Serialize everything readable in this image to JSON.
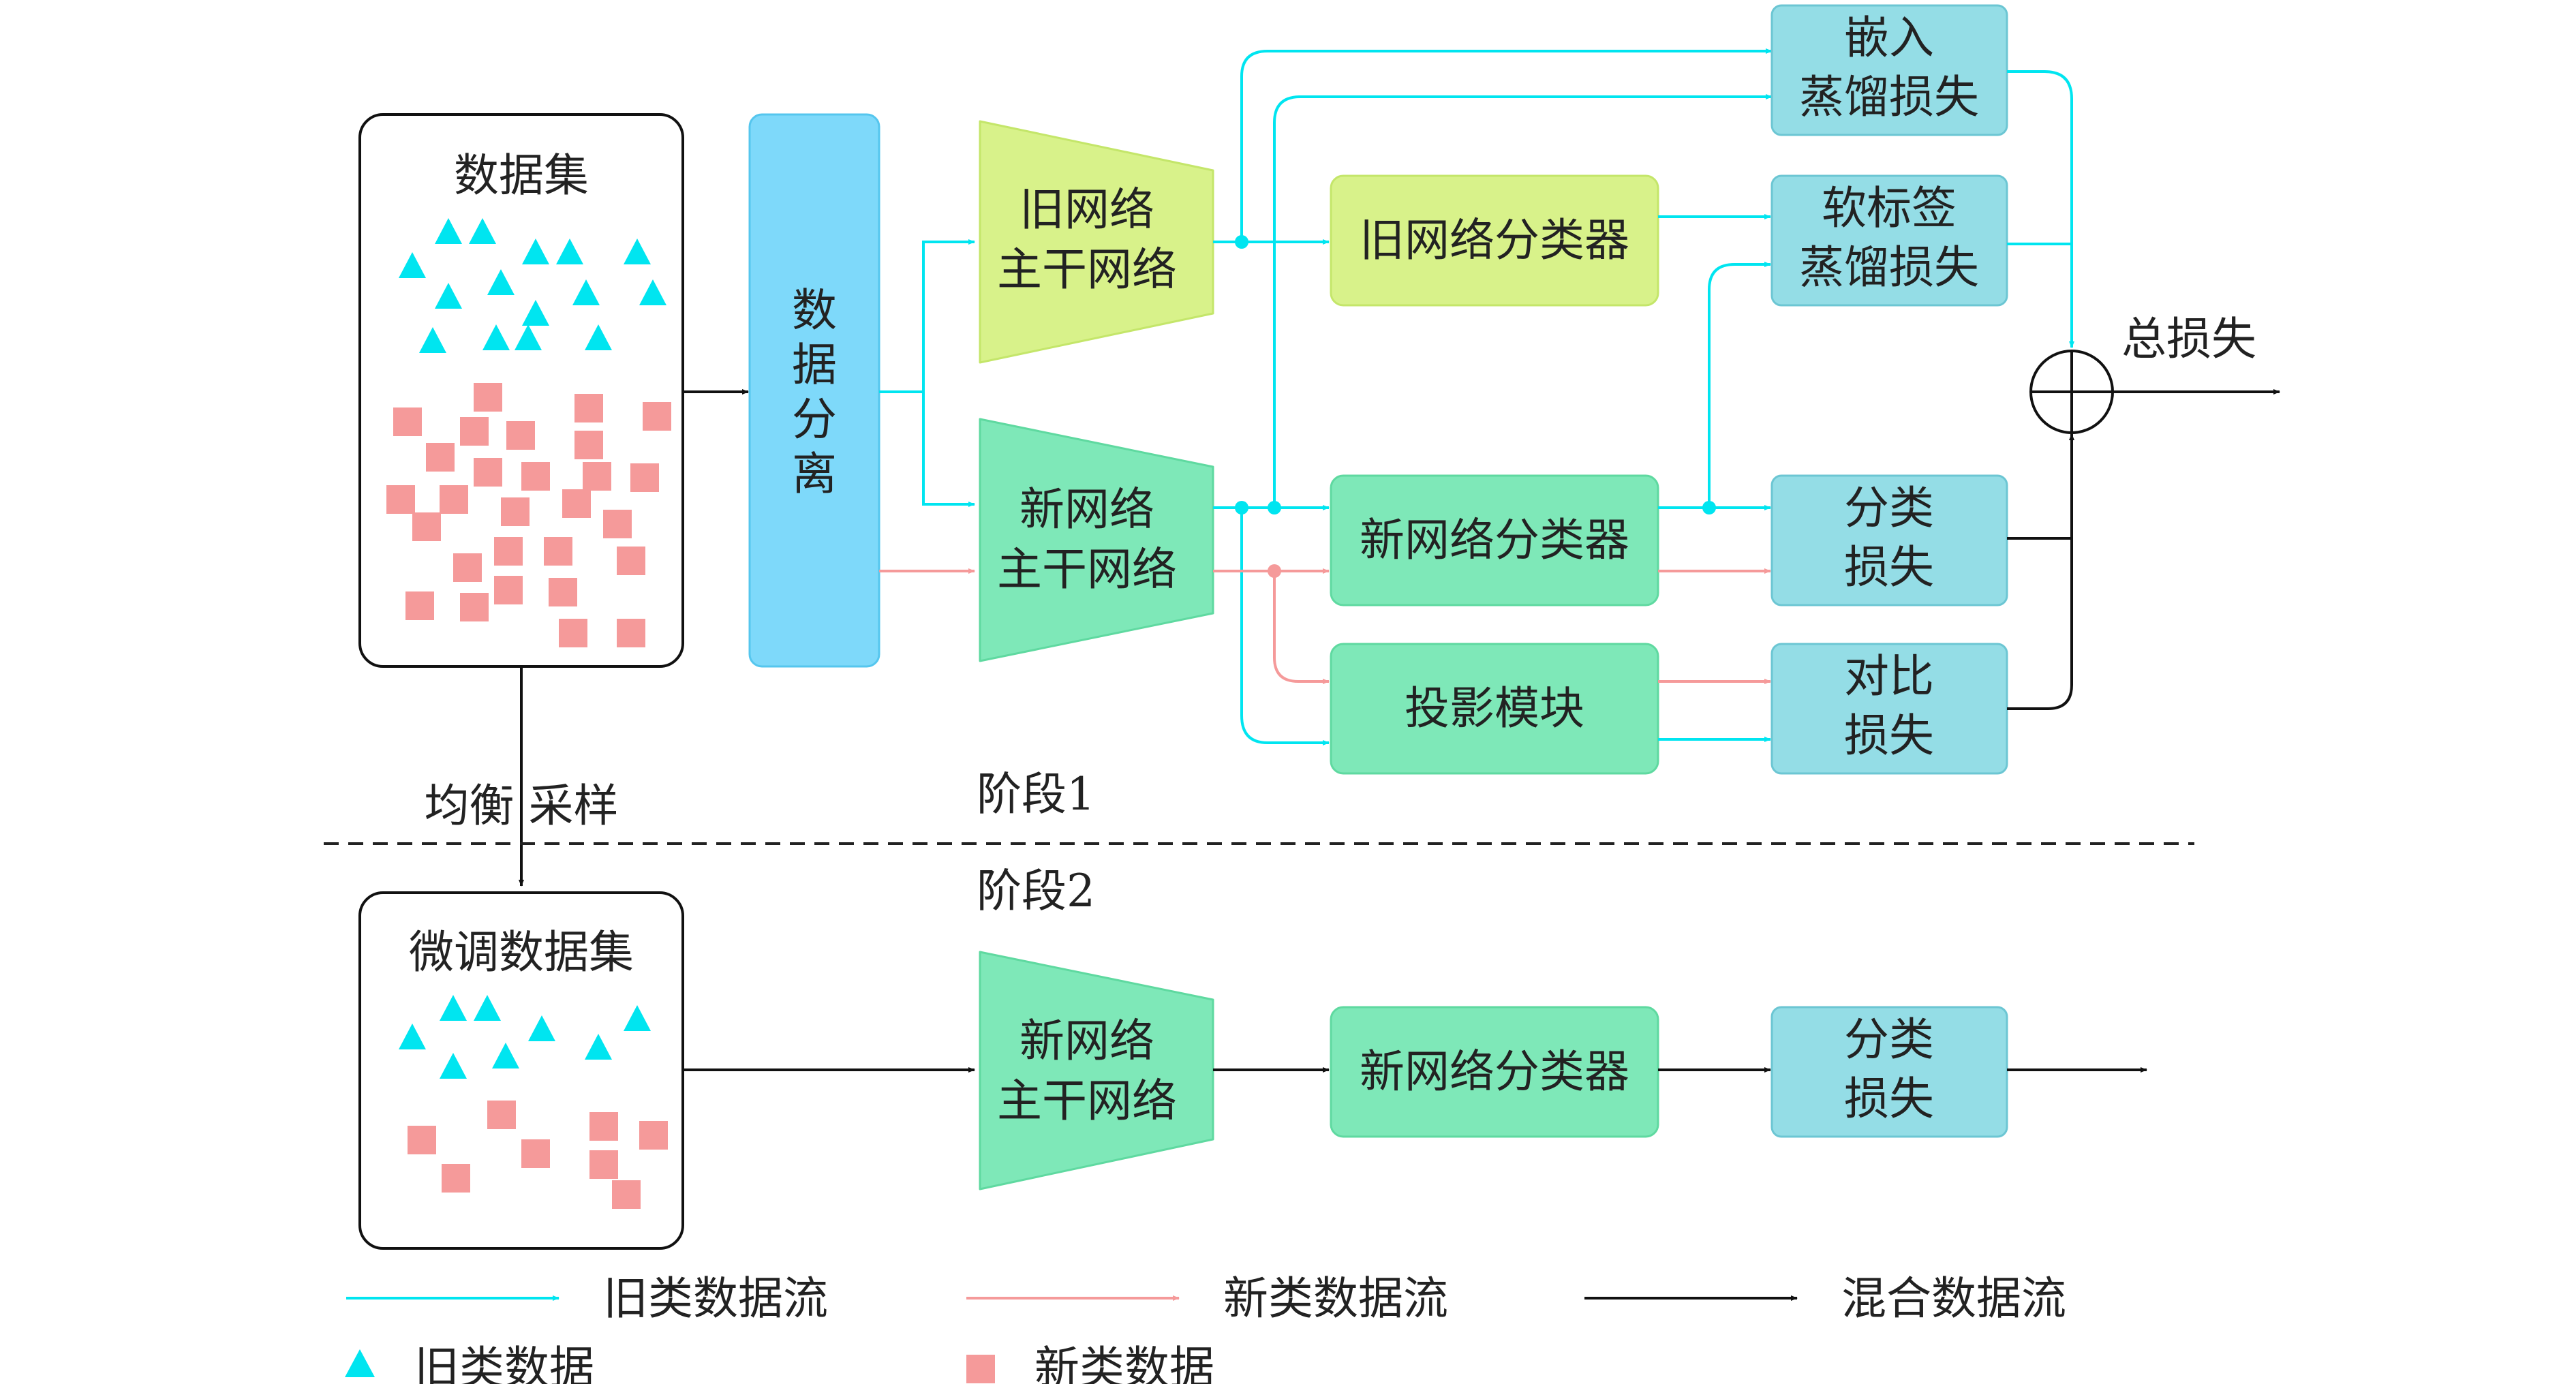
{
  "colors": {
    "old_flow": "#00e5f0",
    "new_flow": "#f59a9a",
    "mixed_flow": "#111111",
    "old_data": "#00e5f0",
    "new_data": "#f59a9a",
    "split_block": "#7ed9fa",
    "old_net": "#d8f28a",
    "new_net": "#7ee8b8",
    "loss_block": "#94dde6"
  },
  "dataset": {
    "title": "数据集"
  },
  "finetune_dataset": {
    "title": "微调数据集"
  },
  "split": {
    "label_lines": [
      "数",
      "据",
      "分",
      "离"
    ]
  },
  "old_backbone": {
    "line1": "旧网络",
    "line2": "主干网络"
  },
  "new_backbone": {
    "line1": "新网络",
    "line2": "主干网络"
  },
  "old_classifier": {
    "label": "旧网络分类器"
  },
  "new_classifier": {
    "label": "新网络分类器"
  },
  "projection": {
    "label": "投影模块"
  },
  "losses": {
    "embed": {
      "line1": "嵌入",
      "line2": "蒸馏损失"
    },
    "soft": {
      "line1": "软标签",
      "line2": "蒸馏损失"
    },
    "cls": {
      "line1": "分类",
      "line2": "损失"
    },
    "contrast": {
      "line1": "对比",
      "line2": "损失"
    }
  },
  "total_loss": "总损失",
  "balanced_sampling": "均衡 采样",
  "stage1": "阶段1",
  "stage2": "阶段2",
  "stage2_backbone": {
    "line1": "新网络",
    "line2": "主干网络"
  },
  "stage2_classifier": {
    "label": "新网络分类器"
  },
  "stage2_loss": {
    "line1": "分类",
    "line2": "损失"
  },
  "legend": {
    "old_flow": "旧类数据流",
    "new_flow": "新类数据流",
    "mixed_flow": "混合数据流",
    "old_data": "旧类数据",
    "new_data": "新类数据"
  }
}
